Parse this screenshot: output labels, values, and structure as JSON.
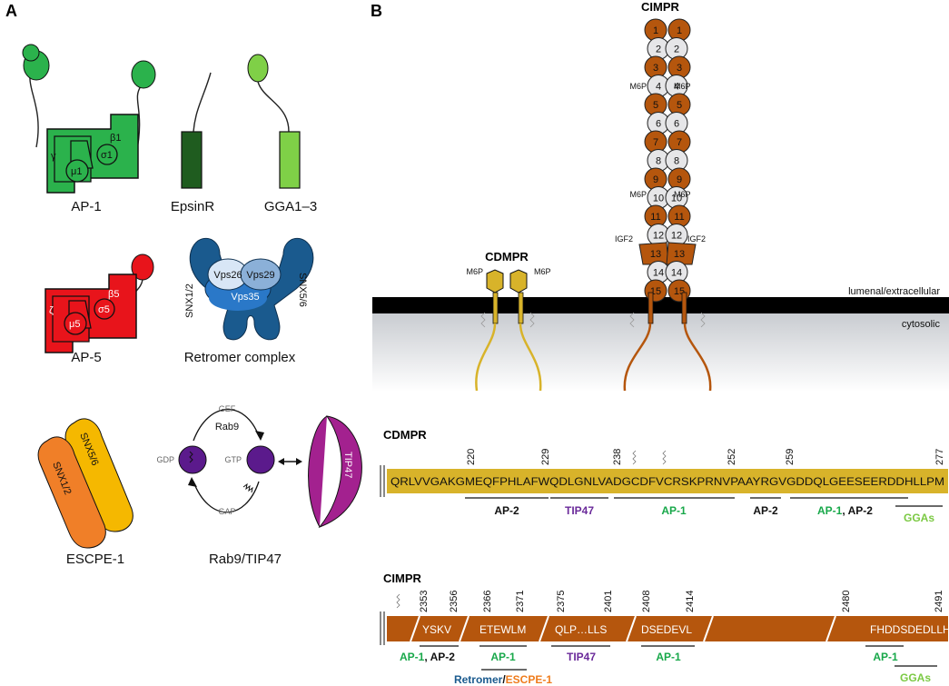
{
  "panels": {
    "a": "A",
    "b": "B"
  },
  "complexes": {
    "ap1": {
      "label": "AP-1",
      "gamma": "γ",
      "beta": "β1",
      "mu": "μ1",
      "sigma": "σ1"
    },
    "epsinr": {
      "label": "EpsinR"
    },
    "gga": {
      "label": "GGA1–3"
    },
    "ap5": {
      "label": "AP-5",
      "zeta": "ζ",
      "beta": "β5",
      "mu": "μ5",
      "sigma": "σ5"
    },
    "retromer": {
      "label": "Retromer complex",
      "vps26": "Vps26",
      "vps29": "Vps29",
      "vps35": "Vps35",
      "snx12": "SNX1/2",
      "snx56": "SNX5/6"
    },
    "escpe": {
      "label": "ESCPE-1",
      "snx12": "SNX1/2",
      "snx56": "SNX5/6"
    },
    "rab9": {
      "label": "Rab9/TIP47",
      "gef": "GEF",
      "gap": "GAP",
      "rab9": "Rab9",
      "gdp": "GDP",
      "gtp": "GTP",
      "tip47": "TIP47"
    }
  },
  "receptors": {
    "cimpr": {
      "title": "CIMPR",
      "domains": [
        "1",
        "2",
        "3",
        "4",
        "5",
        "6",
        "7",
        "8",
        "9",
        "10",
        "11",
        "12",
        "13",
        "14",
        "15"
      ],
      "m6p": "M6P",
      "igf2": "IGF2"
    },
    "cdmpr": {
      "title": "CDMPR",
      "m6p": "M6P"
    },
    "membrane": {
      "lumenal": "lumenal/extracellular",
      "cytosolic": "cytosolic"
    }
  },
  "colors": {
    "ap1": "#2bb24c",
    "ap5": "#e8141b",
    "epsinr": "#1f5c1f",
    "gga": "#7fd047",
    "retromer": "#1a5a8e",
    "snx56": "#f5b800",
    "snx12": "#f07f28",
    "rab9": "#5b1a8c",
    "tip47": "#a3218f",
    "cimpr": "#b5560d",
    "cdmpr": "#d8b32a",
    "ap_green": "#18a84a",
    "tip47_text": "#6a2a9a",
    "retromer_text": "#1a5a8e",
    "escpe_text": "#ef7c1d",
    "gga_text": "#7bc943"
  },
  "cdmpr_seq": {
    "title": "CDMPR",
    "sequence": "QRLVVGAKGMEQFPHLAFWQDLGNLVADGCDFVCRSKPRNVPAAYRGVGDDQLGEESEERDDHLLPM",
    "positions": [
      "220",
      "229",
      "238",
      "252",
      "259",
      "277"
    ],
    "motifs": [
      {
        "label": "AP-2"
      },
      {
        "label": "TIP47"
      },
      {
        "label": "AP-1"
      },
      {
        "label": "AP-2"
      },
      {
        "label": "AP-1",
        "label2": ", ",
        "label3": "AP-2"
      },
      {
        "label": "GGAs"
      }
    ]
  },
  "cimpr_seq": {
    "title": "CIMPR",
    "segments": [
      "YSKV",
      "ETEWLM",
      "QLP…LLS",
      "DSEDEVL",
      "FHDDSDEDLLHI"
    ],
    "positions": [
      "2353",
      "2356",
      "2366",
      "2371",
      "2375",
      "2401",
      "2408",
      "2414",
      "2480",
      "2491"
    ],
    "motifs": [
      {
        "label": "AP-1",
        "label2": ", ",
        "label3": "AP-2"
      },
      {
        "label": "AP-1"
      },
      {
        "label": "TIP47"
      },
      {
        "label": "AP-1"
      },
      {
        "label": "AP-1"
      },
      {
        "label": "GGAs"
      },
      {
        "label": "Retromer",
        "label2": "/",
        "label3": "ESCPE-1"
      }
    ]
  }
}
